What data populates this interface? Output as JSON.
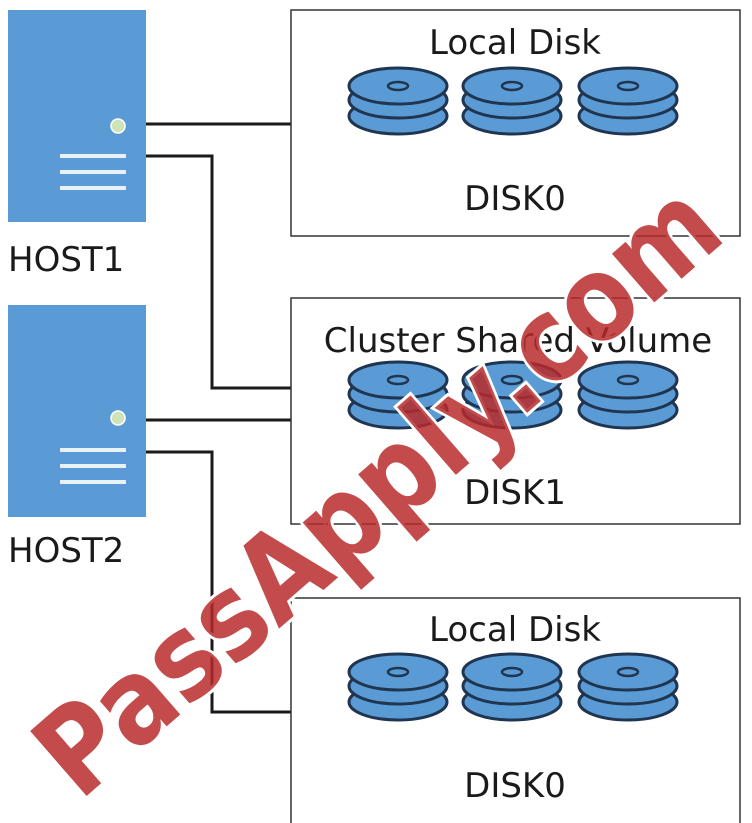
{
  "hosts": [
    {
      "label": "HOST1"
    },
    {
      "label": "HOST2"
    }
  ],
  "storage": [
    {
      "title": "Local Disk",
      "disk_label": "DISK0"
    },
    {
      "title": "Cluster Shared Volume",
      "disk_label": "DISK1"
    },
    {
      "title": "Local Disk",
      "disk_label": "DISK0"
    }
  ],
  "watermark": {
    "text": "PassApply.com"
  },
  "colors": {
    "server_body": "#5b9bd5",
    "server_accent": "#cfe3b8",
    "disk_fill": "#5b9bd5",
    "disk_stroke": "#1f3550",
    "box_stroke": "#333333",
    "line": "#1a1a1a",
    "watermark": "#b9282a"
  }
}
